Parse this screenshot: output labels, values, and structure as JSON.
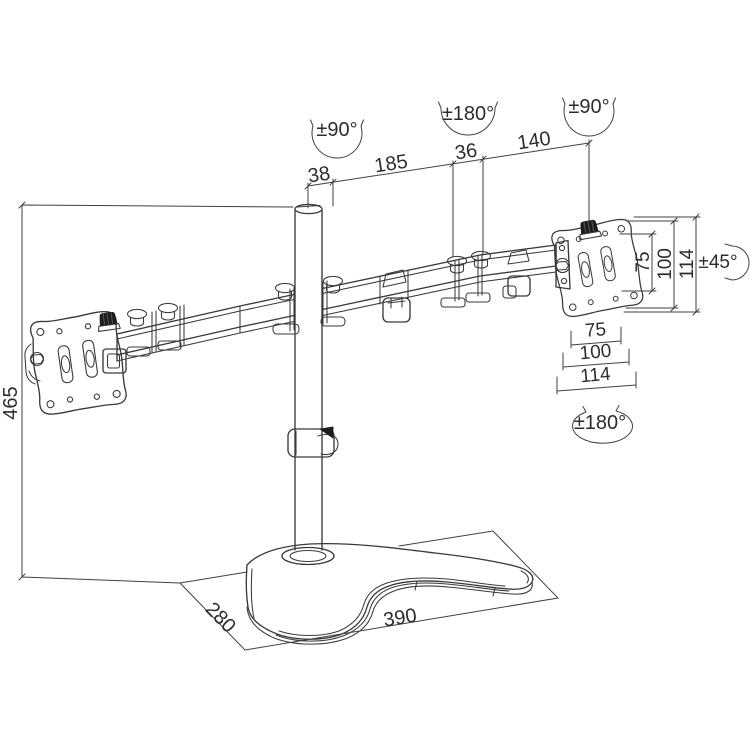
{
  "drawing": {
    "kind": "technical-dimension-drawing",
    "subject": "dual-monitor-desk-stand",
    "colors": {
      "line": "#3a3a3a",
      "text": "#2d2d2d",
      "knob": "#1d1d1d",
      "background": "#ffffff"
    },
    "top_dimensions": {
      "d38": "38",
      "d185": "185",
      "d36": "36",
      "d140": "140"
    },
    "angles": {
      "left_swivel": "±90°",
      "center_rotate": "±180°",
      "right_swivel": "±90°",
      "tilt": "±45°",
      "plate_rotate": "±180°"
    },
    "height_dimension": {
      "d465": "465"
    },
    "vesa_vertical": {
      "v75": "75",
      "v100": "100",
      "v114": "114"
    },
    "vesa_horizontal": {
      "h75": "75",
      "h100": "100",
      "h114": "114"
    },
    "base_dimensions": {
      "depth": "280",
      "width": "390"
    }
  }
}
